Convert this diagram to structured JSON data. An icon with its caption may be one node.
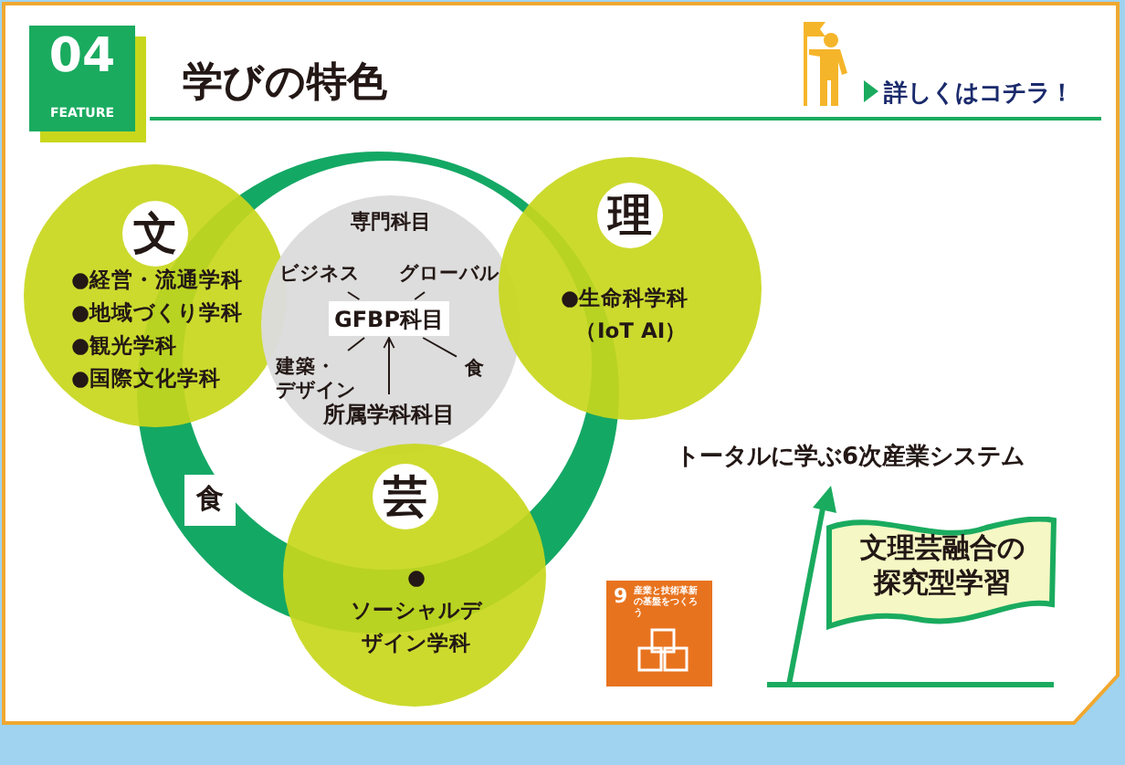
{
  "diagram": {
    "title": "学びの特色",
    "nodes": [
      {
        "text": [
          "文",
          "●経営・流通学科",
          "●地域づくり学科",
          "●観光学科",
          "●国際文化学科"
        ]
      },
      {
        "text": [
          "専門科目"
        ]
      },
      {
        "text": [
          "GFBP科目"
        ],
        "in": 1
      },
      {
        "text": [
          "ビジネス"
        ],
        "in": 1
      },
      {
        "text": [
          "グローバル"
        ],
        "in": 1
      },
      {
        "text": [
          "建築・デザイン"
        ],
        "in": 1
      },
      {
        "text": [
          "食"
        ],
        "in": 1
      },
      {
        "text": [
          "所属学科科目"
        ],
        "in": 1
      },
      {
        "text": [
          "理",
          "●生命科学科",
          "（IoT AI）"
        ]
      },
      {
        "text": [
          "芸",
          "●ソーシャルデザイン学科"
        ]
      },
      {
        "text": [
          "食"
        ]
      },
      {
        "text": [
          "文理芸融合の探究型学習"
        ]
      }
    ],
    "edges": [
      {
        "from": 3,
        "to": 2,
        "arrow": "none"
      },
      {
        "from": 4,
        "to": 2,
        "arrow": "none"
      },
      {
        "from": 5,
        "to": 2,
        "arrow": "none"
      },
      {
        "from": 6,
        "to": 2,
        "arrow": "none"
      },
      {
        "from": 7,
        "to": 2,
        "arrow": "to"
      }
    ],
    "labels": [
      "04",
      "FEATURE",
      "詳しくはコチラ！",
      "トータルに学ぶ6次産業システム",
      "9",
      "産業と技術革新の基盤をつくろう"
    ]
  }
}
